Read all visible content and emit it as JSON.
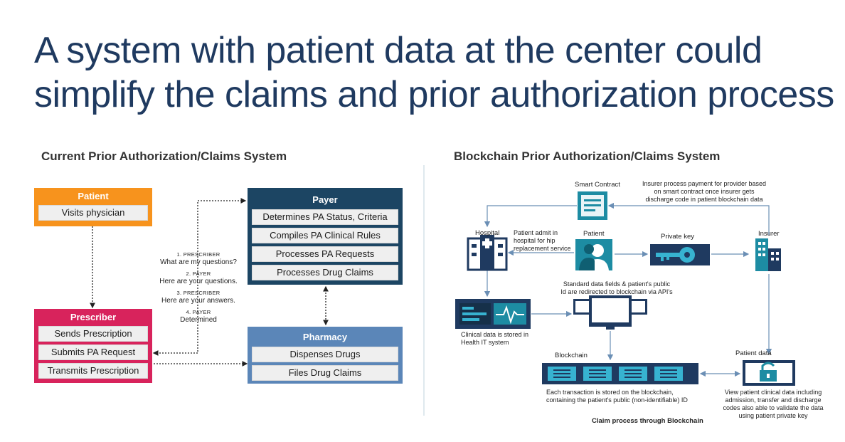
{
  "title": {
    "line1": "A system with patient data at the center could",
    "line2": "simplify the claims and prior authorization process"
  },
  "left": {
    "heading": "Current Prior Authorization/Claims System",
    "patient": {
      "title": "Patient",
      "rows": [
        "Visits physician"
      ]
    },
    "prescriber": {
      "title": "Prescriber",
      "rows": [
        "Sends Prescription",
        "Submits PA Request",
        "Transmits Prescription"
      ]
    },
    "payer": {
      "title": "Payer",
      "rows": [
        "Determines PA Status, Criteria",
        "Compiles PA Clinical Rules",
        "Processes PA Requests",
        "Processes Drug Claims"
      ]
    },
    "pharmacy": {
      "title": "Pharmacy",
      "rows": [
        "Dispenses Drugs",
        "Files Drug Claims"
      ]
    },
    "steps": [
      {
        "cap": "1. PRESCRIBER",
        "text": "What are my questions?"
      },
      {
        "cap": "2. PAYER",
        "text": "Here are your questions."
      },
      {
        "cap": "3. PRESCRIBER",
        "text": "Here are your answers."
      },
      {
        "cap": "4. PAYER",
        "text": "Determined"
      }
    ]
  },
  "right": {
    "heading": "Blockchain Prior Authorization/Claims System",
    "smart_contract": "Smart Contract",
    "insurer_note": "Insurer process payment for provider based on smart contract once insurer gets discharge code in patient blockchain data",
    "hospital": "Hospital",
    "patient_admit": "Patient admit in hospital for hip replacement service",
    "patient": "Patient",
    "private_key": "Private key",
    "insurer": "Insurer",
    "standard_data": "Standard data fields & patient's public Id are redirected to blockchain via API's",
    "clinical_data": "Clinical data is stored in Health IT system",
    "blockchain": "Blockchain",
    "patient_data": "Patient data",
    "each_transaction": "Each transaction is stored on the blockchain, containing the patient's public (non-identifiable) ID",
    "view_patient": "View patient clinical data including admission, transfer and discharge codes also able to validate the data using patient private key",
    "caption": "Claim process through Blockchain"
  },
  "colors": {
    "patient": "#f7931d",
    "prescriber": "#d8235c",
    "payer": "#1c4563",
    "pharmacy": "#5b86b8",
    "teal": "#1d8ca3",
    "navy": "#1f3a60"
  }
}
